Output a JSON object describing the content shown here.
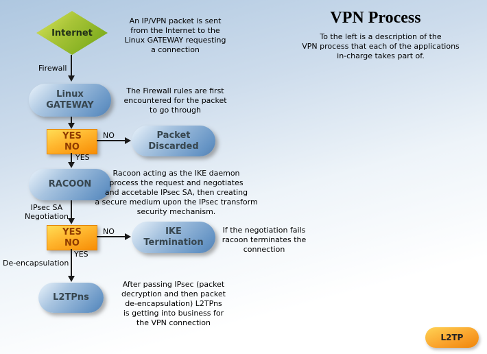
{
  "header": {
    "title": "VPN Process",
    "subtitle": "To the left is a description of the\nVPN process that each of the applications\nin-charge takes part of."
  },
  "flow": {
    "internet": {
      "label": "Internet",
      "note": "An IP/VPN packet is sent\nfrom the Internet to the\nLinux GATEWAY requesting\na connection"
    },
    "firewall_edge_label": "Firewall",
    "linux_gateway": {
      "label": "Linux\nGATEWAY",
      "note": "The Firewall rules are first\nencountered for the packet\nto go through"
    },
    "decision_firewall": {
      "label": "YES\nNO",
      "no_branch": "NO",
      "yes_branch": "YES"
    },
    "packet_discarded": {
      "label": "Packet\nDiscarded"
    },
    "racoon": {
      "label": "RACOON",
      "note": "Racoon acting as the IKE daemon\nprocess the request and negotiates\nand accetable IPsec SA, then creating\na secure medium upon the IPsec transform\nsecurity mechanism."
    },
    "ipsec_edge_label": "IPsec SA\nNegotiation",
    "decision_negotiation": {
      "label": "YES\nNO",
      "no_branch": "NO",
      "yes_branch": "YES"
    },
    "ike_termination": {
      "label": "IKE\nTermination",
      "note": "If the negotiation fails\nracoon terminates the\nconnection"
    },
    "de_encapsulation_edge_label": "De-encapsulation",
    "l2tpns": {
      "label": "L2TPns",
      "note": "After passing IPsec (packet\ndecryption and then packet\nde-encapsulation) L2TPns\nis getting into business for\nthe VPN connection"
    }
  },
  "badge": {
    "label": "L2TP"
  },
  "colors": {
    "background_top": "#aec7e0",
    "node_blue": "#6493c4",
    "node_text": "#37464f",
    "diamond_green": "#7fb020",
    "decision_yellow": "#ffdd55",
    "decision_orange": "#f78d05",
    "decision_text": "#8f3b00",
    "badge_orange": "#f9a02a",
    "arrow": "#1a1a1a"
  }
}
